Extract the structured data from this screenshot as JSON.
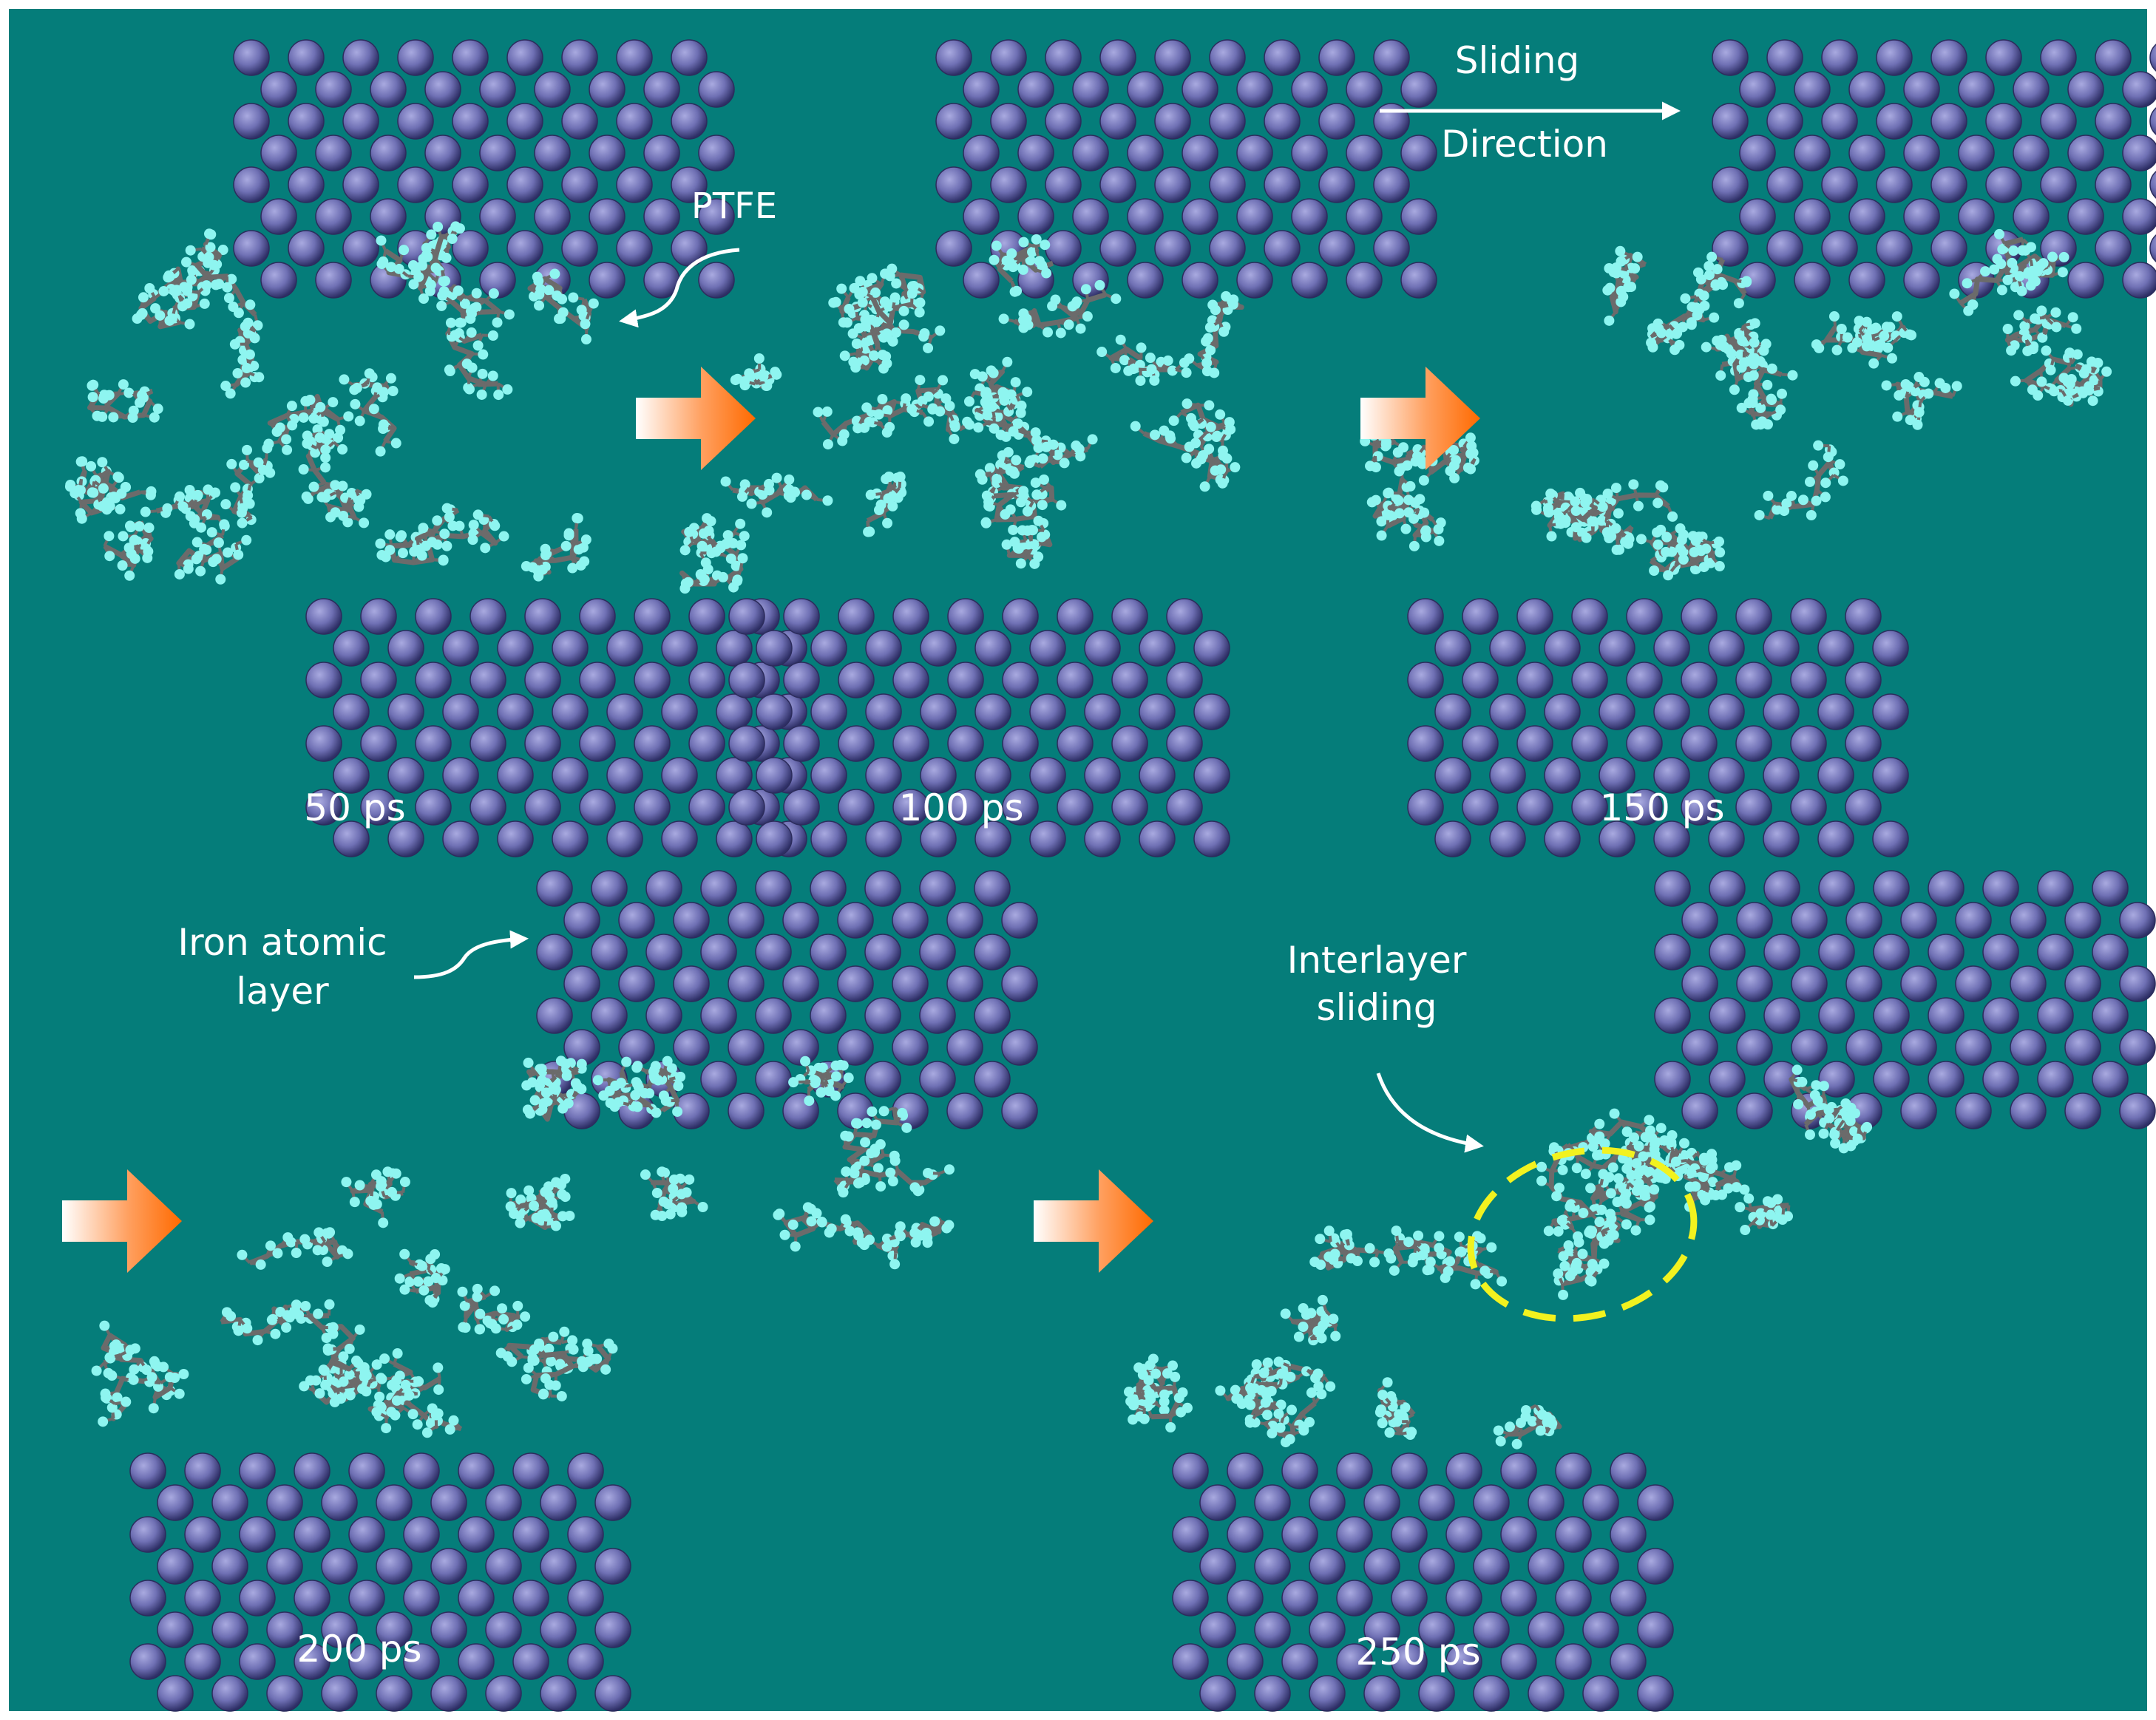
{
  "colors": {
    "background": "#057d7a",
    "iron_atom": "#6f70b4",
    "fluorine_atom": "#8ef5f0",
    "carbon_bond": "#6b6b6b",
    "arrow_orange": "#ff6a00",
    "highlight_ellipse": "#f2f21f",
    "annotation": "#ffffff"
  },
  "panels": [
    {
      "time_label": "50 ps"
    },
    {
      "time_label": "100 ps"
    },
    {
      "time_label": "150 ps"
    },
    {
      "time_label": "200 ps"
    },
    {
      "time_label": "250 ps"
    }
  ],
  "annotations": {
    "ptfe": "PTFE",
    "sliding_line1": "Sliding",
    "sliding_line2": "Direction",
    "iron_line1": "Iron atomic",
    "iron_line2": "layer",
    "interlayer_line1": "Interlayer",
    "interlayer_line2": "sliding"
  },
  "icons": [
    "progress-arrow-icon",
    "sliding-direction-arrow-icon",
    "curved-pointer-arrow-icon",
    "highlight-ellipse-icon"
  ]
}
